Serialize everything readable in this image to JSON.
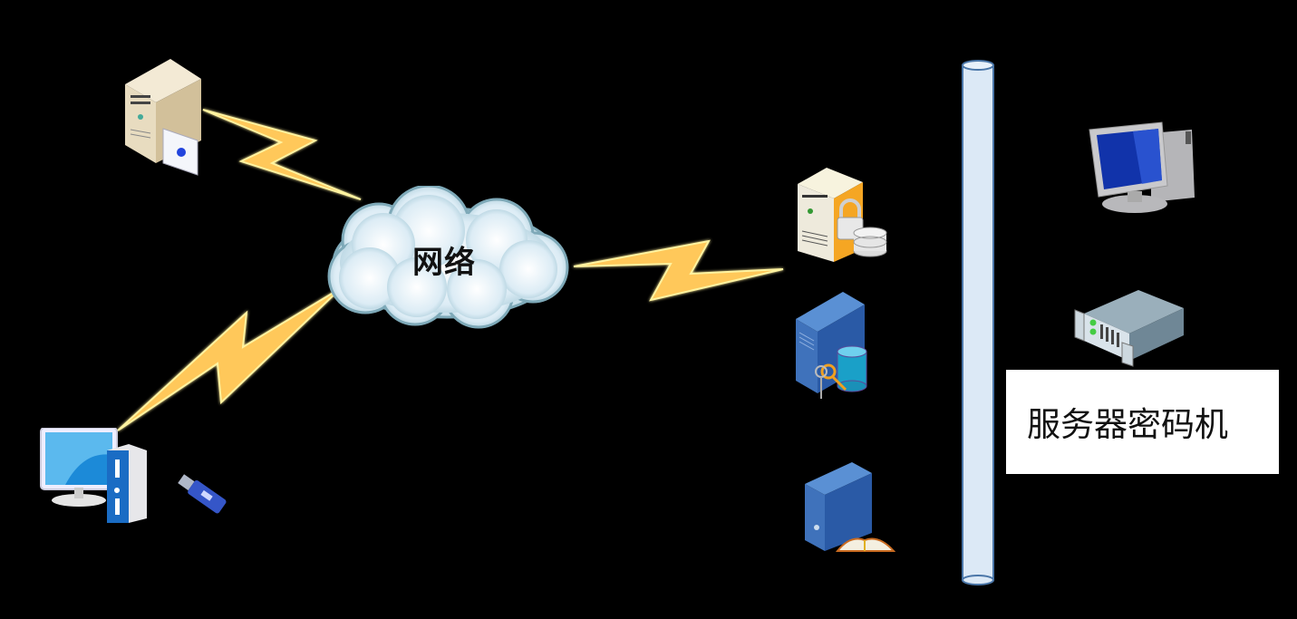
{
  "diagram": {
    "type": "network-topology",
    "background": "#000000",
    "cloud": {
      "label": "网络",
      "fill": "#dcecf5",
      "edge": "#7ea9b8"
    },
    "lightning_color": "#ffc85a",
    "lightning_glow": "#fff3a0",
    "bus": {
      "fill": "#dce9f6",
      "border": "#4a76a8"
    },
    "nodes": [
      {
        "id": "ca-server",
        "icon": "beige-tower-server-with-certificate"
      },
      {
        "id": "client-pc",
        "icon": "desktop-computer-blue"
      },
      {
        "id": "usb-key",
        "icon": "usb-token"
      },
      {
        "id": "secure-db-server",
        "icon": "server-lock-database"
      },
      {
        "id": "key-db-server",
        "icon": "blue-server-key-database"
      },
      {
        "id": "directory-server",
        "icon": "blue-server-book"
      },
      {
        "id": "admin-pc",
        "icon": "grey-desktop-computer"
      },
      {
        "id": "hsm",
        "icon": "rack-mount-server",
        "label": "服务器密码机"
      }
    ],
    "links": [
      {
        "from": "ca-server",
        "to": "cloud",
        "style": "lightning"
      },
      {
        "from": "client-pc",
        "to": "cloud",
        "style": "lightning"
      },
      {
        "from": "cloud",
        "to": "secure-db-server",
        "style": "lightning"
      }
    ]
  }
}
